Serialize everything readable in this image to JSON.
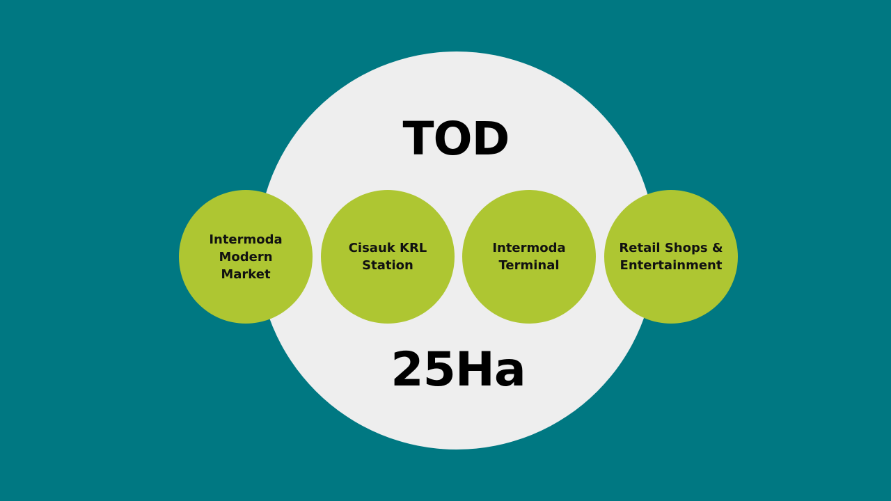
{
  "diagram": {
    "title": "TOD",
    "area": "25Ha",
    "nodes": [
      {
        "label": "Intermoda\nModern\nMarket"
      },
      {
        "label": "Cisauk KRL\nStation"
      },
      {
        "label": "Intermoda\nTerminal"
      },
      {
        "label": "Retail Shops &\nEntertainment"
      }
    ]
  },
  "colors": {
    "background": "#007882",
    "main_circle": "#eeeeee",
    "node_fill": "#aec632",
    "text": "#000000"
  }
}
